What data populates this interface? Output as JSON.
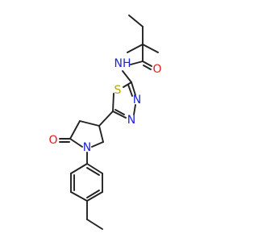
{
  "molecule": {
    "atoms": {
      "amide_nh": {
        "symbol": "N",
        "hydrogen": "H",
        "color": "#1e23d9"
      },
      "amide_o": {
        "symbol": "O",
        "color": "#e01b1b"
      },
      "thiadiazole_s": {
        "symbol": "S",
        "color": "#b8a400"
      },
      "thiadiazole_n1": {
        "symbol": "N",
        "color": "#1e23d9"
      },
      "thiadiazole_n2": {
        "symbol": "N",
        "color": "#1e23d9"
      },
      "lactam_o": {
        "symbol": "O",
        "color": "#e01b1b"
      },
      "pyrrolidine_n": {
        "symbol": "N",
        "color": "#1e23d9"
      }
    },
    "bond_color": "#222222"
  }
}
